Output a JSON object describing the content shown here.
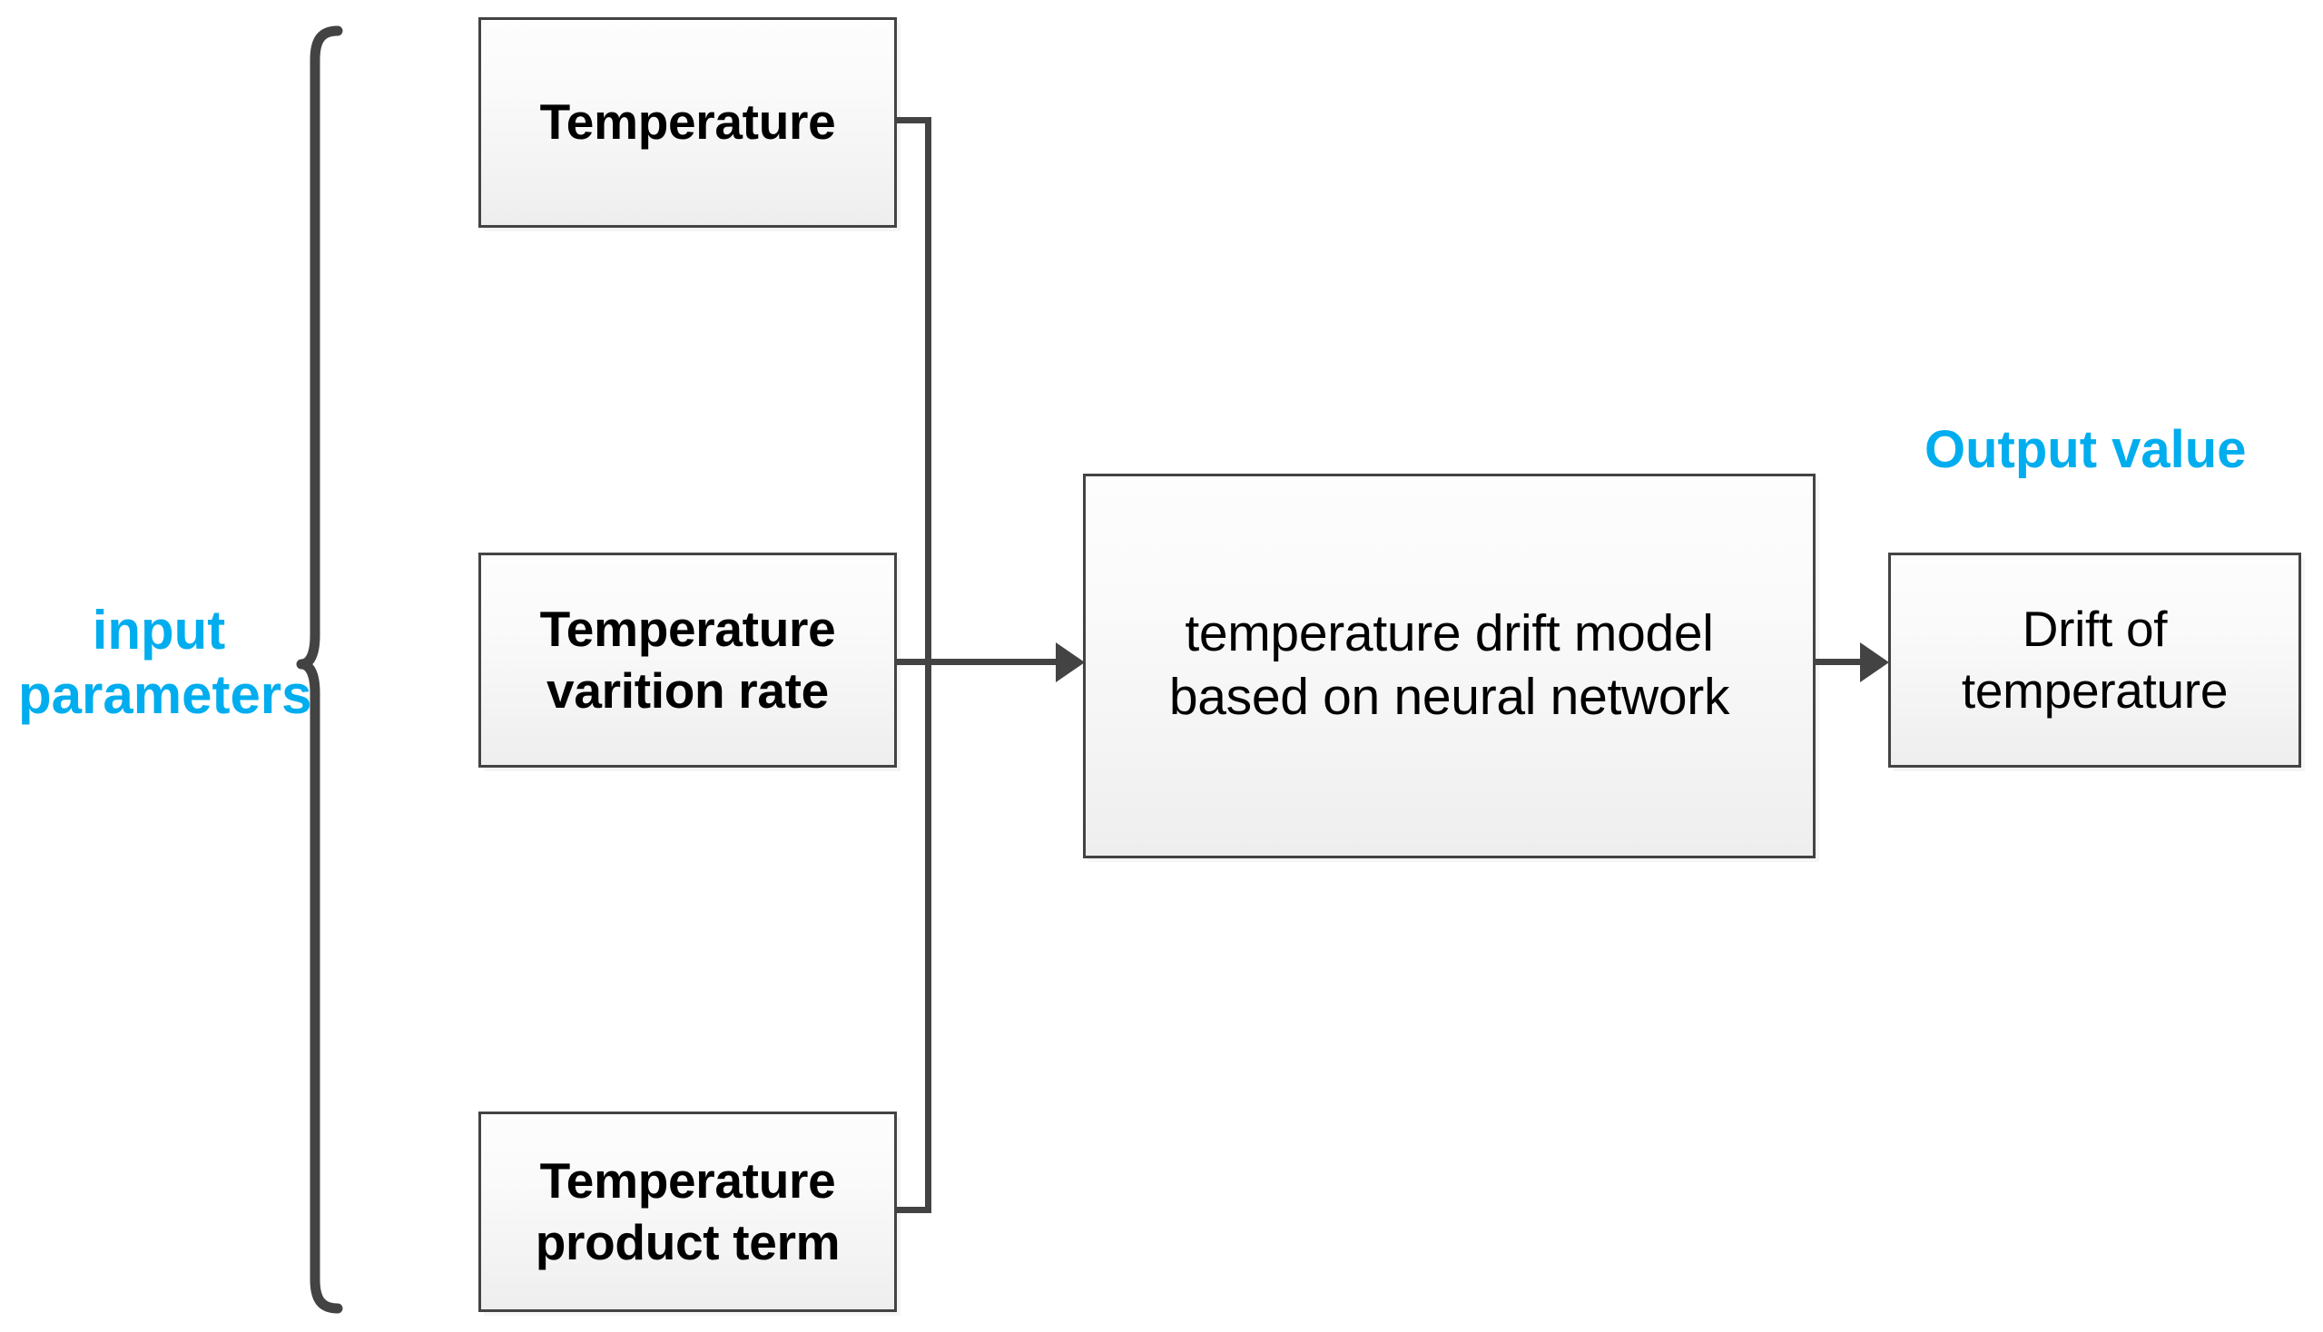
{
  "diagram": {
    "title": "temperature drift model flow diagram",
    "accent_color": "#00adee",
    "line_color": "#434343",
    "box_border_color": "#434343",
    "annotations": {
      "input_group_label": "input\nparameters",
      "output_label": "Output value"
    },
    "inputs": [
      {
        "id": "temperature",
        "label": "Temperature"
      },
      {
        "id": "variation-rate",
        "label": "Temperature\nvarition rate"
      },
      {
        "id": "product-term",
        "label": "Temperature\nproduct term"
      }
    ],
    "model": {
      "id": "temperature-drift-model",
      "label": "temperature drift model\nbased on neural network"
    },
    "output": {
      "id": "drift-of-temperature",
      "label": "Drift of\ntemperature"
    },
    "connections": [
      {
        "from": "temperature",
        "to": "temperature-drift-model",
        "style": "elbow"
      },
      {
        "from": "variation-rate",
        "to": "temperature-drift-model",
        "style": "straight-arrow"
      },
      {
        "from": "product-term",
        "to": "temperature-drift-model",
        "style": "elbow"
      },
      {
        "from": "temperature-drift-model",
        "to": "drift-of-temperature",
        "style": "straight-arrow"
      }
    ]
  }
}
